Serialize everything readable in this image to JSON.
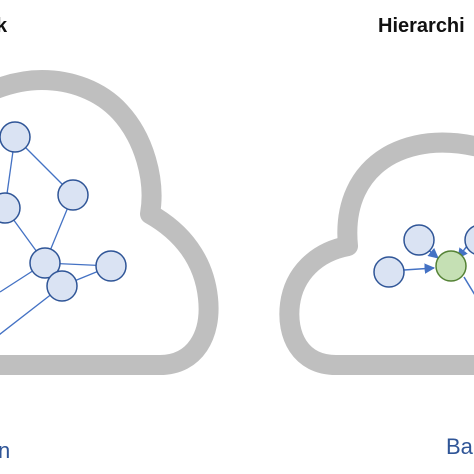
{
  "titles": {
    "left": "k",
    "right": "Hierarchi"
  },
  "captions": {
    "left": "n",
    "right": "Ba"
  },
  "colors": {
    "cloud_stroke": "#bfbfbf",
    "node_fill": "#dae3f3",
    "node_stroke": "#2f5597",
    "edge": "#4472c4",
    "hub_fill": "#c5e0b4",
    "hub_stroke": "#548235",
    "caption_text": "#2f5597"
  }
}
